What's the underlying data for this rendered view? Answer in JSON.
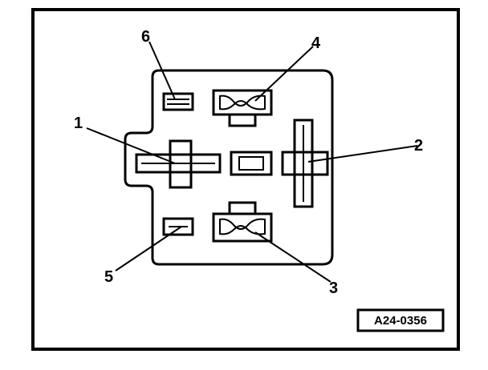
{
  "diagram": {
    "figure_id": "A24-0356",
    "callouts": [
      "1",
      "2",
      "3",
      "4",
      "5",
      "6"
    ],
    "colors": {
      "ink": "#000000",
      "paper": "#ffffff"
    }
  }
}
